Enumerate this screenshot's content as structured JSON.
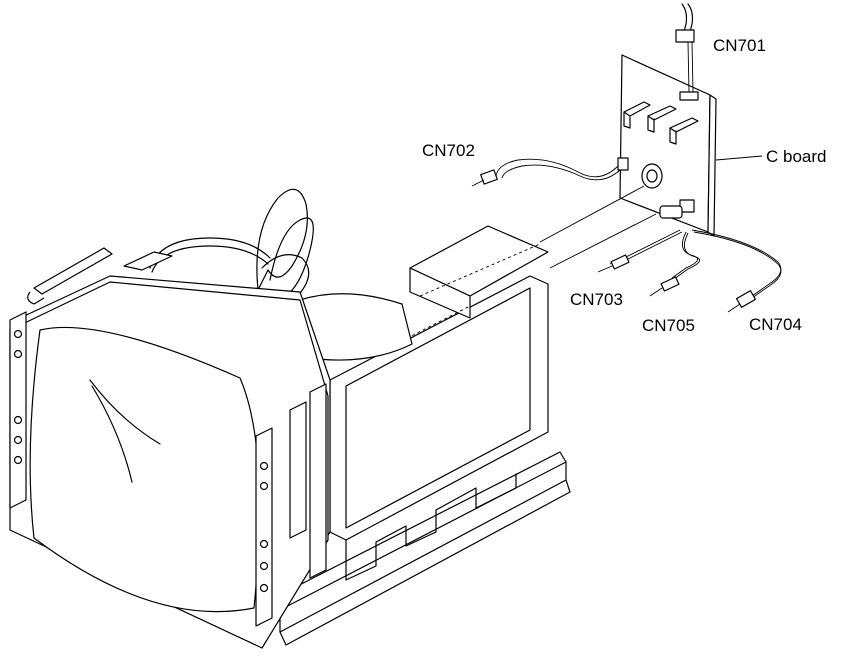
{
  "diagram": {
    "labels": {
      "cn701": "CN701",
      "cn702": "CN702",
      "c_board": "C board",
      "cn703": "CN703",
      "cn705": "CN705",
      "cn704": "CN704"
    }
  }
}
